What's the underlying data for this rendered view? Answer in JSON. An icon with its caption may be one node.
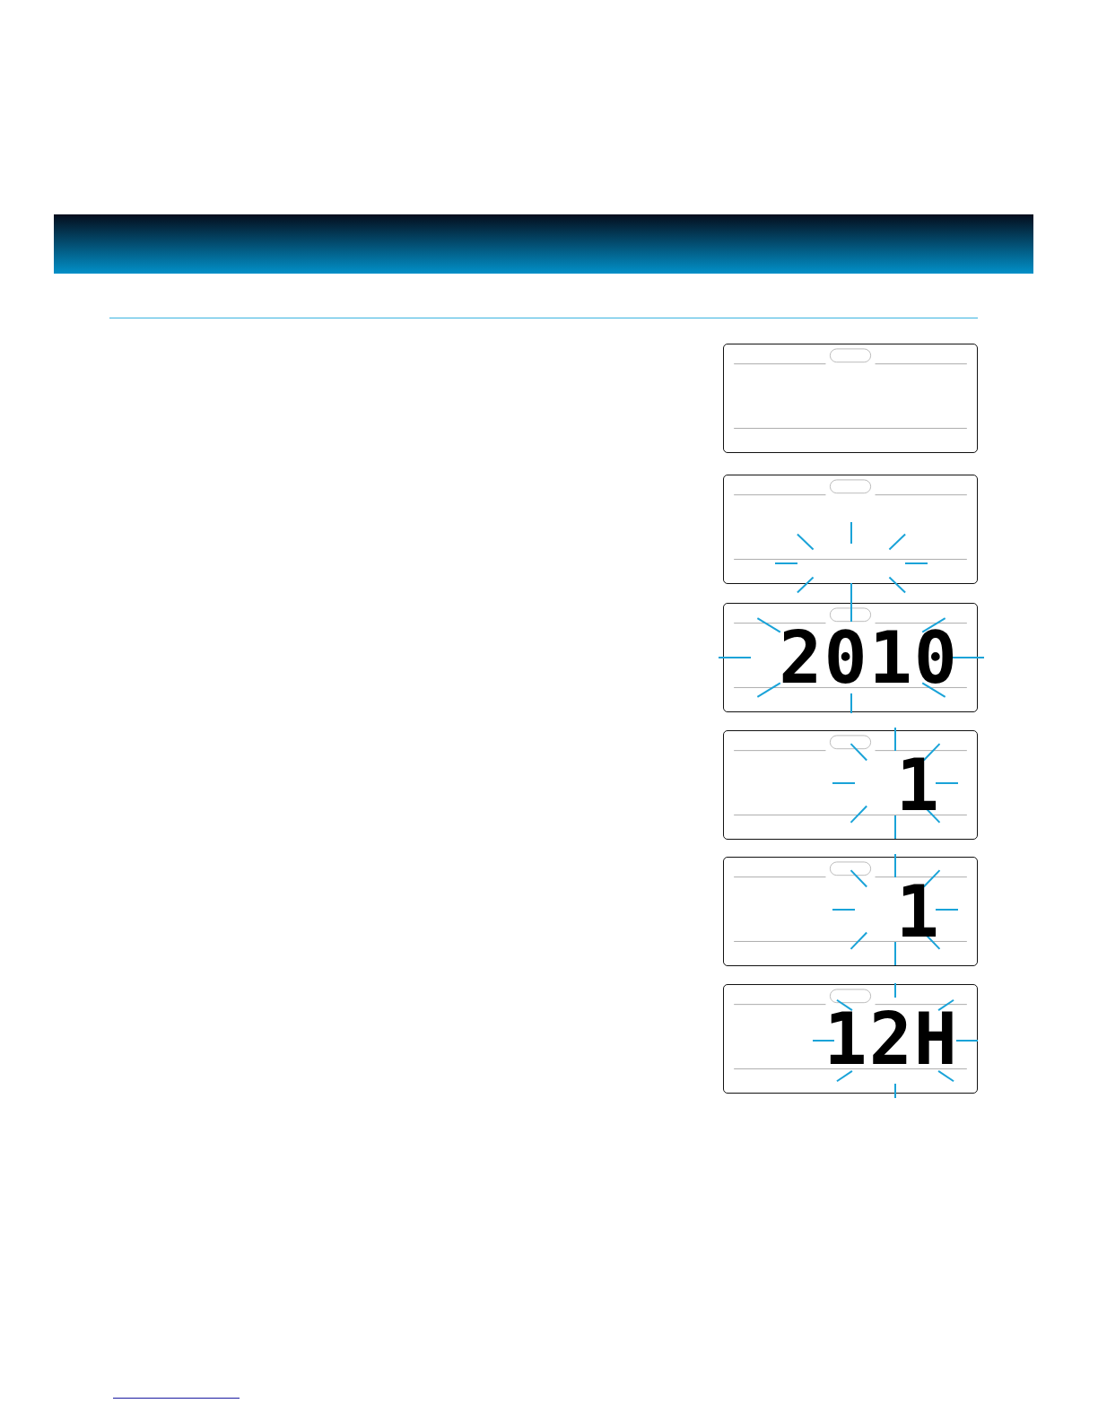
{
  "diagram": {
    "nodes": [
      {
        "text": [],
        "shape": "box"
      },
      {
        "text": [],
        "shape": "box"
      },
      {
        "text": [
          "2010"
        ]
      },
      {
        "text": [
          "1"
        ]
      },
      {
        "text": [
          "1"
        ]
      },
      {
        "text": [
          "12H"
        ]
      }
    ]
  }
}
